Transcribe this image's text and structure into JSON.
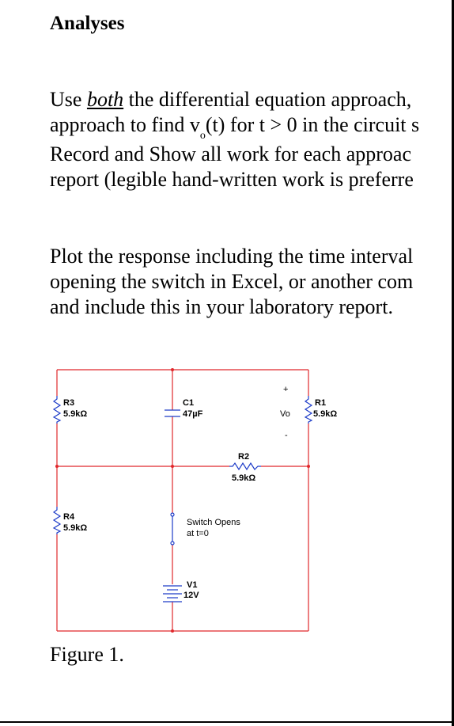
{
  "heading": "Analyses",
  "paragraph1": {
    "line1_before": "Use ",
    "line1_emphasis": "both",
    "line1_after": " the differential equation approach,",
    "line2_before": "approach to find v",
    "line2_sub": "o",
    "line2_after": "(t) for t > 0 in the circuit s",
    "line3": " Record and Show all work for each approac",
    "line4": "report (legible hand-written work is preferre"
  },
  "paragraph2": {
    "line1": "Plot the response including the time interval",
    "line2": "opening the switch in Excel, or another com",
    "line3": "and include this in your laboratory report."
  },
  "circuit": {
    "r3_name": "R3",
    "r3_value": "5.9kΩ",
    "r4_name": "R4",
    "r4_value": "5.9kΩ",
    "c1_name": "C1",
    "c1_value": "47µF",
    "r2_name": "R2",
    "r2_value": "5.9kΩ",
    "r1_name": "R1",
    "r1_value": "5.9kΩ",
    "vo_label": "Vo",
    "vo_plus": "+",
    "vo_minus": "-",
    "switch_line1": "Switch Opens",
    "switch_line2": "at t=0",
    "v1_name": "V1",
    "v1_value": "12V"
  },
  "figure_caption": "Figure 1."
}
